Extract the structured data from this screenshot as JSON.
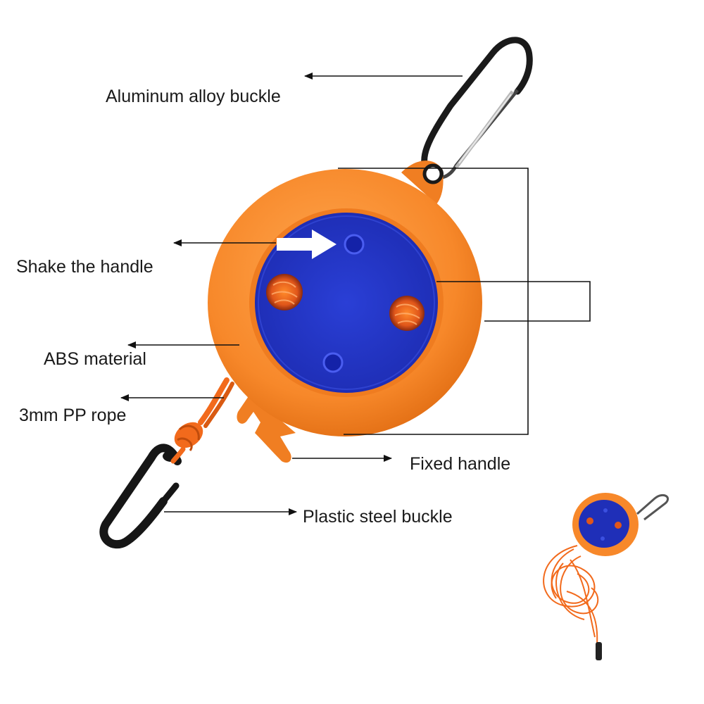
{
  "labels": {
    "aluminum_buckle": "Aluminum alloy buckle",
    "shake_handle": "Shake the handle",
    "abs_material": "ABS material",
    "pp_rope": "3mm PP rope",
    "fixed_handle": "Fixed handle",
    "plastic_buckle": "Plastic steel buckle"
  },
  "colors": {
    "housing_orange": "#f7882a",
    "housing_dark": "#e06c12",
    "reel_blue": "#1f2fb8",
    "reel_dark": "#10199a",
    "rope_orange": "#f26a1c",
    "buckle_black": "#1a1a1a",
    "line": "#111111"
  }
}
